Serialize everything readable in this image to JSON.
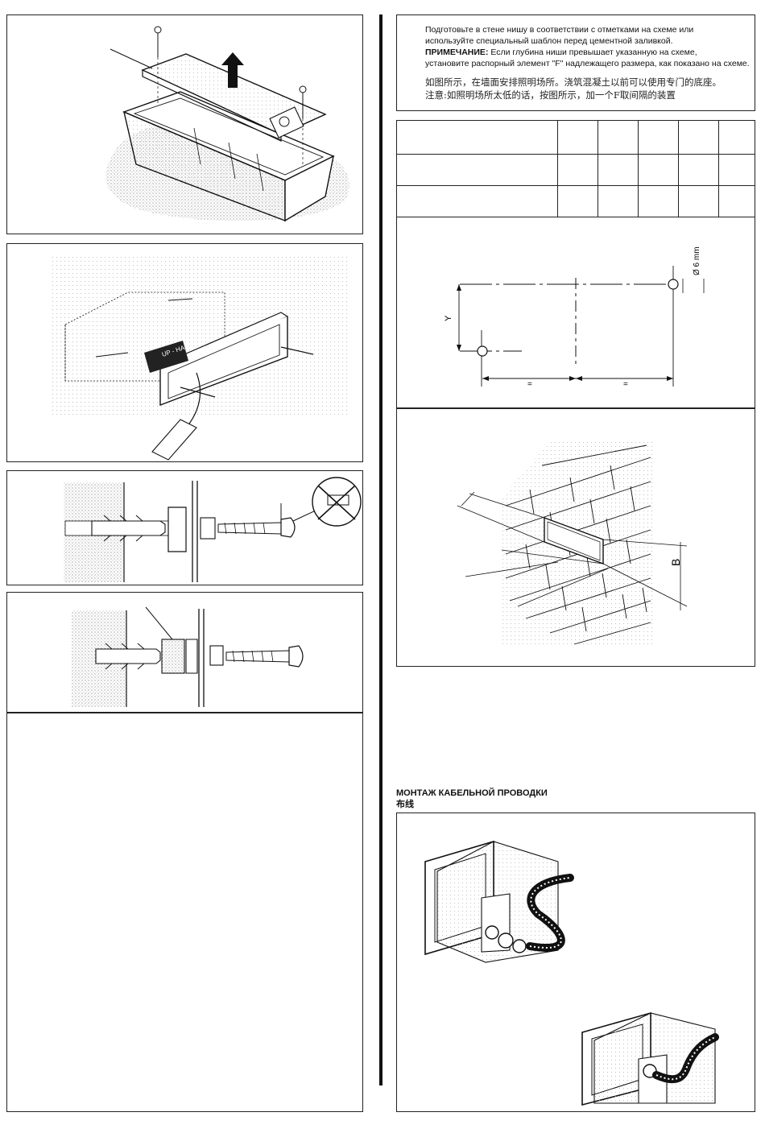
{
  "instructions": {
    "ru_line1": "Подготовьте в стене нишу в соответствии с отметками на схеме или",
    "ru_line2": "используйте специальный шаблон перед цементной заливкой.",
    "note_label": "ПРИМЕЧАНИЕ:",
    "note_text1": "Если глубина ниши превышает указанную на схеме,",
    "note_text2": "установите распорный элемент \"F\" надлежащего размера, как показано на схеме.",
    "zh_line1": "如图所示，在墙面安排照明场所。浇筑混凝土以前可以使用专门的底座。",
    "zh_line2": "注意:如照明场所太低的话，按图所示，加一个F取间隔的装置"
  },
  "figures": {
    "template_label": "UP - HAUT",
    "diameter_label": "Ø 6 mm",
    "y_label": "Y",
    "equal_left": "=",
    "equal_right": "=",
    "b_label": "B"
  },
  "wiring": {
    "title_ru": "МОНТАЖ КАБЕЛЬНОЙ ПРОВОДКИ",
    "title_zh": "布线"
  },
  "colors": {
    "line": "#111111",
    "hatch": "#9a9a9a"
  }
}
